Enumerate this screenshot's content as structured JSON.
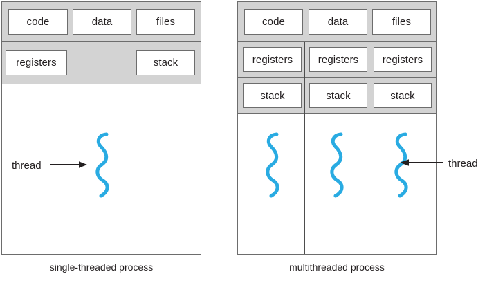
{
  "figure": {
    "title_visible": false,
    "colors": {
      "thread_blue": "#29abe2",
      "band_gray": "#d3d3d3",
      "outline_gray": "#6d6d6d",
      "text_black": "#231f20",
      "page_white": "#ffffff"
    }
  },
  "left_diagram": {
    "caption": "single-threaded process",
    "resource_band": {
      "boxes": [
        {
          "label": "code"
        },
        {
          "label": "data"
        },
        {
          "label": "files"
        }
      ]
    },
    "per_thread_band": {
      "boxes": [
        {
          "label": "registers"
        },
        {
          "label": "stack"
        }
      ]
    },
    "threads": [
      {
        "annotation": "thread",
        "arrow_direction": "right"
      }
    ]
  },
  "right_diagram": {
    "caption": "multithreaded process",
    "resource_band": {
      "boxes": [
        {
          "label": "code"
        },
        {
          "label": "data"
        },
        {
          "label": "files"
        }
      ]
    },
    "registers_row": {
      "boxes": [
        {
          "label": "registers"
        },
        {
          "label": "registers"
        },
        {
          "label": "registers"
        }
      ]
    },
    "stack_row": {
      "boxes": [
        {
          "label": "stack"
        },
        {
          "label": "stack"
        },
        {
          "label": "stack"
        }
      ]
    },
    "threads": [
      {
        "annotation": null
      },
      {
        "annotation": null
      },
      {
        "annotation": "thread",
        "arrow_direction": "left"
      }
    ]
  }
}
